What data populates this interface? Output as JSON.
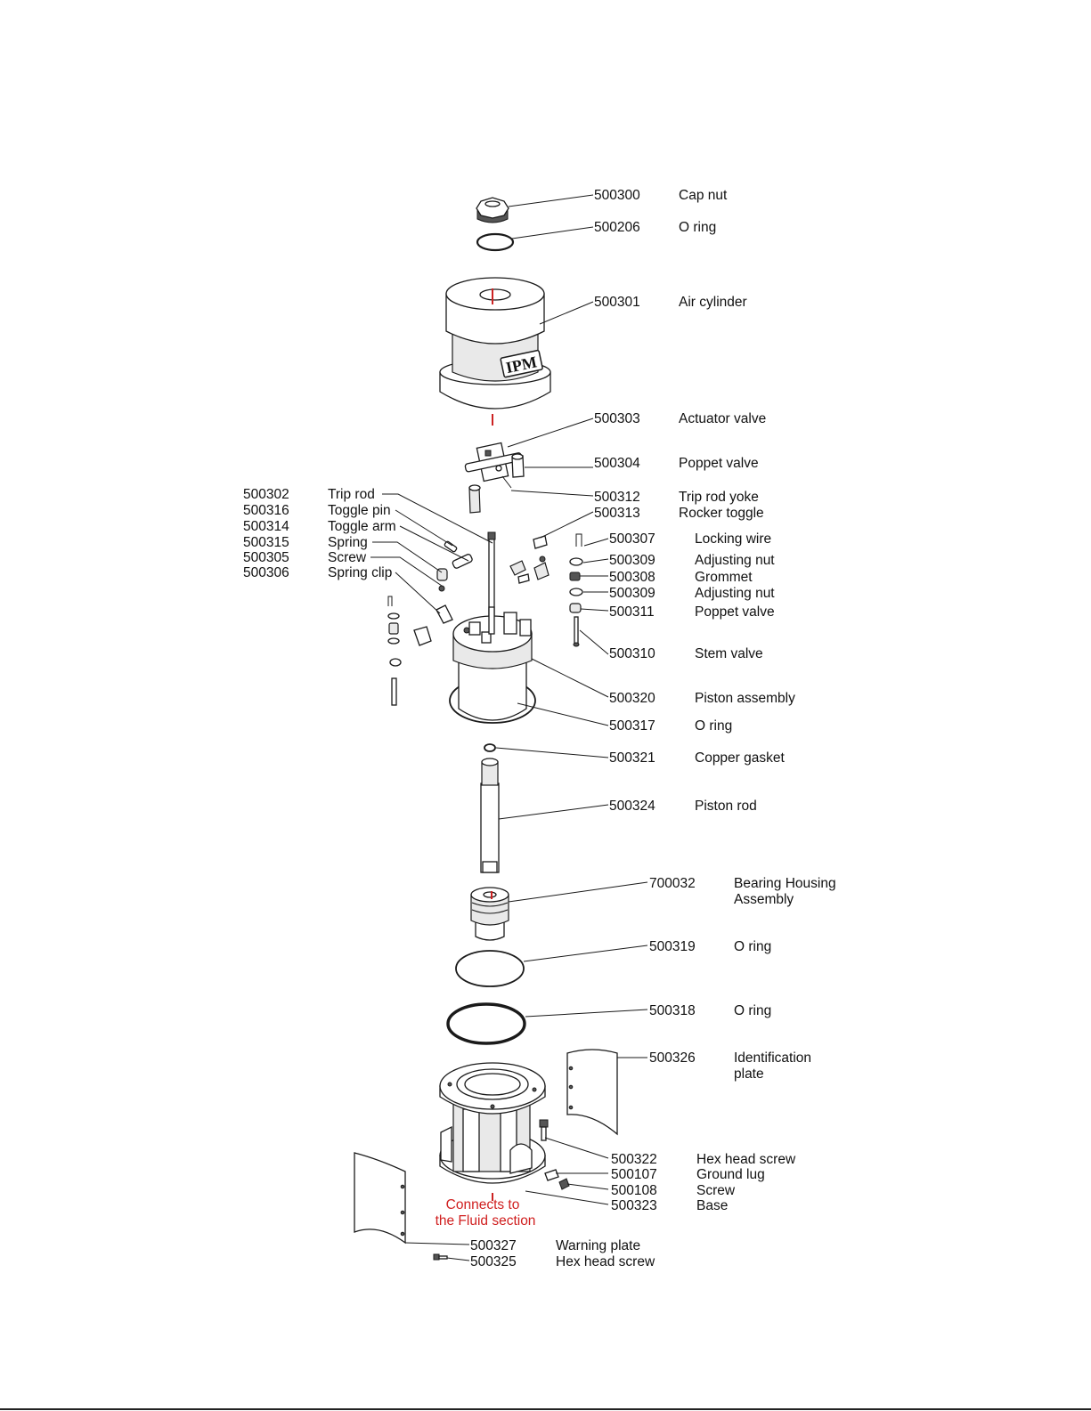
{
  "parts": {
    "p500300": {
      "number": "500300",
      "name": "Cap nut"
    },
    "p500206": {
      "number": "500206",
      "name": "O ring"
    },
    "p500301": {
      "number": "500301",
      "name": "Air cylinder"
    },
    "p500303": {
      "number": "500303",
      "name": "Actuator valve"
    },
    "p500304": {
      "number": "500304",
      "name": "Poppet valve"
    },
    "p500312": {
      "number": "500312",
      "name": "Trip rod yoke"
    },
    "p500313": {
      "number": "500313",
      "name": "Rocker toggle"
    },
    "p500302": {
      "number": "500302",
      "name": "Trip rod"
    },
    "p500316": {
      "number": "500316",
      "name": "Toggle pin"
    },
    "p500314": {
      "number": "500314",
      "name": "Toggle arm"
    },
    "p500315": {
      "number": "500315",
      "name": "Spring"
    },
    "p500305": {
      "number": "500305",
      "name": "Screw"
    },
    "p500306": {
      "number": "500306",
      "name": "Spring clip"
    },
    "p500307": {
      "number": "500307",
      "name": "Locking wire"
    },
    "p500309a": {
      "number": "500309",
      "name": "Adjusting nut"
    },
    "p500308": {
      "number": "500308",
      "name": "Grommet"
    },
    "p500309b": {
      "number": "500309",
      "name": "Adjusting nut"
    },
    "p500311": {
      "number": "500311",
      "name": "Poppet valve"
    },
    "p500310": {
      "number": "500310",
      "name": "Stem valve"
    },
    "p500320": {
      "number": "500320",
      "name": "Piston assembly"
    },
    "p500317": {
      "number": "500317",
      "name": "O ring"
    },
    "p500321": {
      "number": "500321",
      "name": "Copper gasket"
    },
    "p500324": {
      "number": "500324",
      "name": "Piston rod"
    },
    "p700032": {
      "number": "700032",
      "name_line1": "Bearing Housing",
      "name_line2": "Assembly"
    },
    "p500319": {
      "number": "500319",
      "name": "O ring"
    },
    "p500318": {
      "number": "500318",
      "name": "O ring"
    },
    "p500326": {
      "number": "500326",
      "name_line1": "Identification",
      "name_line2": "plate"
    },
    "p500322": {
      "number": "500322",
      "name": "Hex head screw"
    },
    "p500107": {
      "number": "500107",
      "name": "Ground lug"
    },
    "p500108": {
      "number": "500108",
      "name": "Screw"
    },
    "p500323": {
      "number": "500323",
      "name": "Base"
    },
    "p500327": {
      "number": "500327",
      "name": "Warning plate"
    },
    "p500325": {
      "number": "500325",
      "name": "Hex head screw"
    }
  },
  "note": {
    "line1": "Connects to",
    "line2": "the Fluid section",
    "color": "#d01f1f"
  },
  "logo_text": "IPM",
  "colors": {
    "ink": "#1a1a1a",
    "alignment_mark": "#cc2222"
  }
}
